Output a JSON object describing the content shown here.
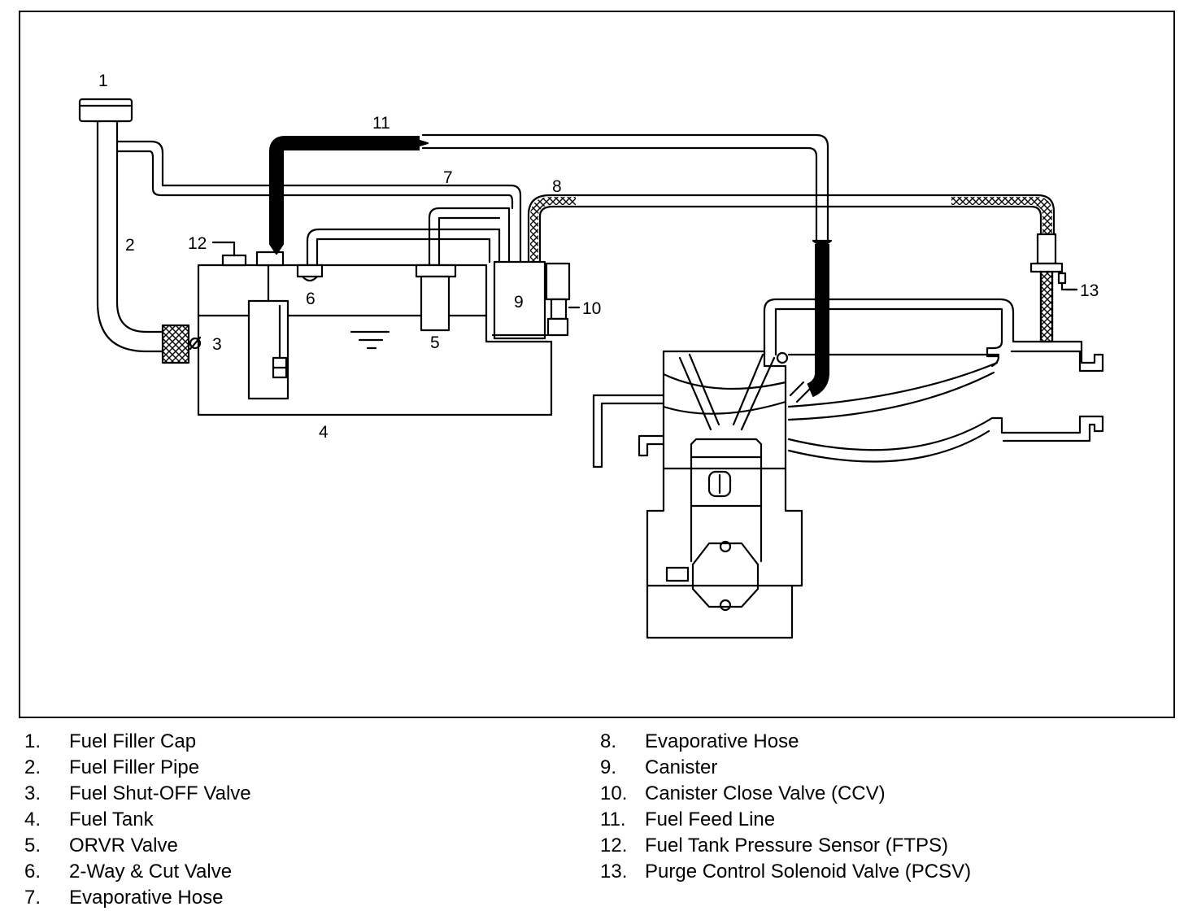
{
  "callouts": [
    "1",
    "2",
    "3",
    "4",
    "5",
    "6",
    "7",
    "8",
    "9",
    "10",
    "11",
    "12",
    "13"
  ],
  "legend": [
    {
      "num": "1.",
      "text": "Fuel Filler Cap"
    },
    {
      "num": "2.",
      "text": "Fuel Filler Pipe"
    },
    {
      "num": "3.",
      "text": "Fuel Shut-OFF Valve"
    },
    {
      "num": "4.",
      "text": "Fuel Tank"
    },
    {
      "num": "5.",
      "text": "ORVR Valve"
    },
    {
      "num": "6.",
      "text": "2-Way & Cut Valve"
    },
    {
      "num": "7.",
      "text": "Evaporative Hose"
    },
    {
      "num": "8.",
      "text": "Evaporative Hose"
    },
    {
      "num": "9.",
      "text": "Canister"
    },
    {
      "num": "10.",
      "text": "Canister Close Valve (CCV)"
    },
    {
      "num": "11.",
      "text": "Fuel Feed Line"
    },
    {
      "num": "12.",
      "text": "Fuel Tank Pressure Sensor (FTPS)"
    },
    {
      "num": "13.",
      "text": "Purge Control Solenoid Valve (PCSV)"
    }
  ]
}
